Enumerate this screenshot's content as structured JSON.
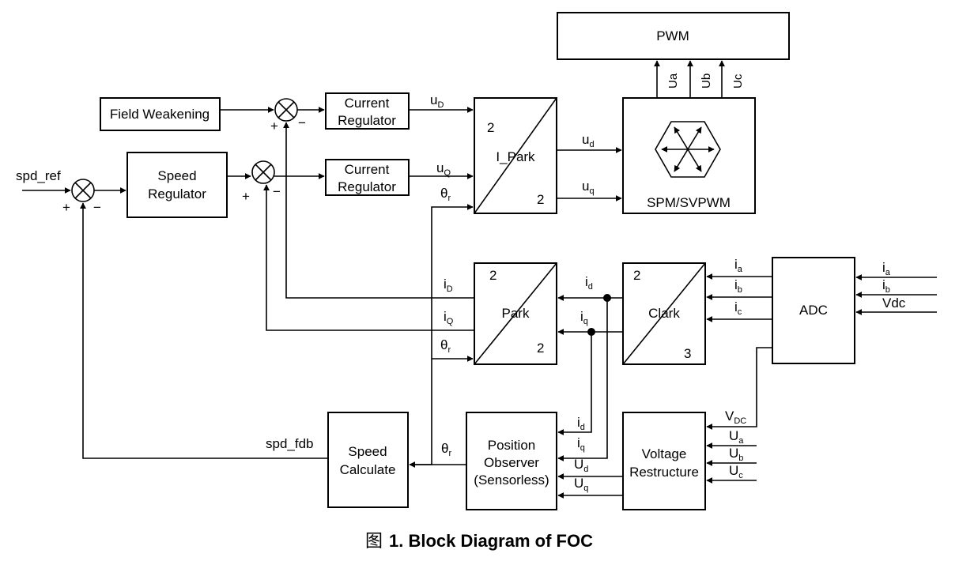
{
  "blocks": {
    "pwm": "PWM",
    "field_weakening": "Field Weakening",
    "current_regulator": [
      "Current",
      "Regulator"
    ],
    "speed_regulator": [
      "Speed",
      "Regulator"
    ],
    "i_park": "I_Park",
    "svpwm": "SPM/SVPWM",
    "park": "Park",
    "clark": "Clark",
    "adc": "ADC",
    "speed_calculate": [
      "Speed",
      "Calculate"
    ],
    "position_observer": [
      "Position",
      "Observer",
      "(Sensorless)"
    ],
    "voltage_restructure": [
      "Voltage",
      "Restructure"
    ]
  },
  "port_numbers": {
    "two": "2",
    "three": "3"
  },
  "signals": {
    "spd_ref": "spd_ref",
    "spd_fdb": "spd_fdb",
    "plus": "+",
    "minus": "−",
    "u": "u",
    "D": "D",
    "Q": "Q",
    "d": "d",
    "q": "q",
    "i": "i",
    "a": "a",
    "b": "b",
    "c": "c",
    "r": "r",
    "U": "U",
    "V": "V",
    "DC": "DC",
    "theta": "θ",
    "vdc": "Vdc",
    "Ua": "Ua",
    "Ub": "Ub",
    "Uc": "Uc"
  },
  "caption": {
    "prefix": "图",
    "text": "1. Block Diagram of FOC"
  }
}
